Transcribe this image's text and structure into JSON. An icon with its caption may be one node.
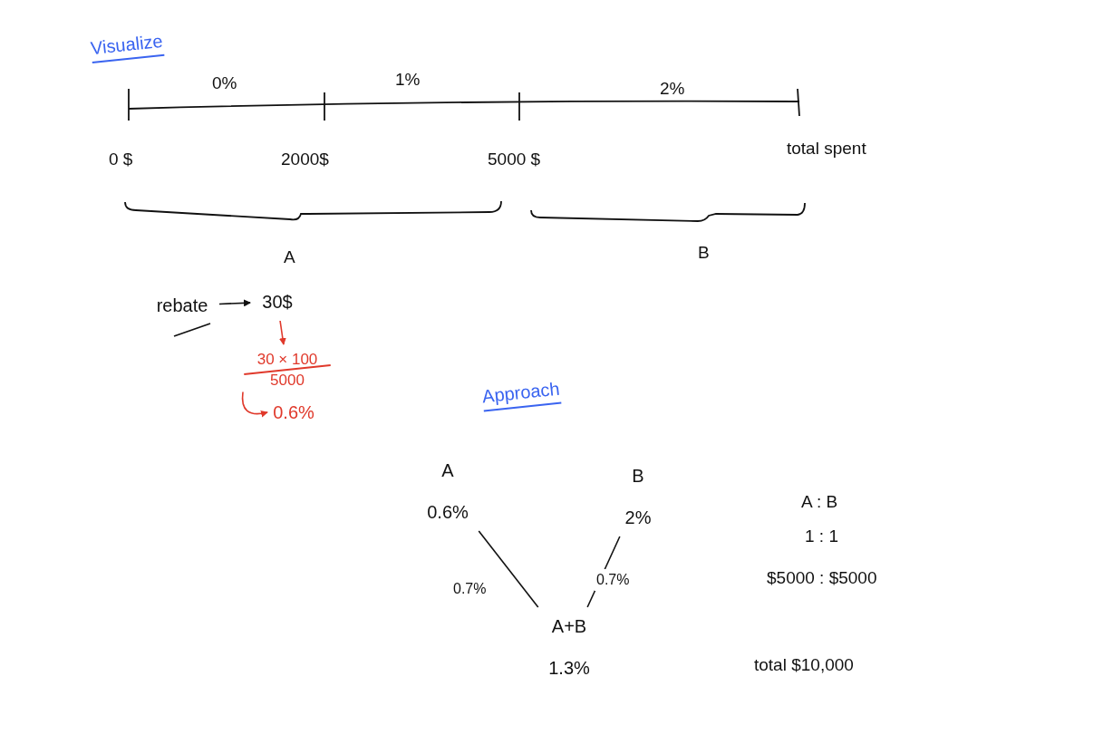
{
  "diagram": {
    "nodes": [
      {
        "text": [
          "rebate"
        ]
      },
      {
        "text": [
          "30$"
        ]
      },
      {
        "text": [
          "30 × 100",
          "5000"
        ]
      },
      {
        "text": [
          "0.6%"
        ]
      },
      {
        "text": [
          "A",
          "0.6%"
        ]
      },
      {
        "text": [
          "B",
          "2%"
        ]
      },
      {
        "text": [
          "A+B",
          "1.3%"
        ]
      }
    ],
    "edges": [
      {
        "from": 0,
        "to": 1,
        "arrow": "to"
      },
      {
        "from": 1,
        "to": 2,
        "arrow": "to",
        "color": "#e0392b"
      },
      {
        "from": 2,
        "to": 3,
        "arrow": "to",
        "color": "#e0392b"
      },
      {
        "from": 4,
        "to": 6,
        "arrow": "none",
        "label": "0.7%"
      },
      {
        "from": 5,
        "to": 6,
        "arrow": "none",
        "label": "0.7%"
      }
    ],
    "labels": [
      "Visualize",
      "0%",
      "1%",
      "2%",
      "0 $",
      "2000$",
      "5000 $",
      "total spent",
      "A",
      "B",
      "Approach",
      "A : B",
      "1 : 1",
      "$5000 : $5000",
      "total $10,000"
    ]
  }
}
